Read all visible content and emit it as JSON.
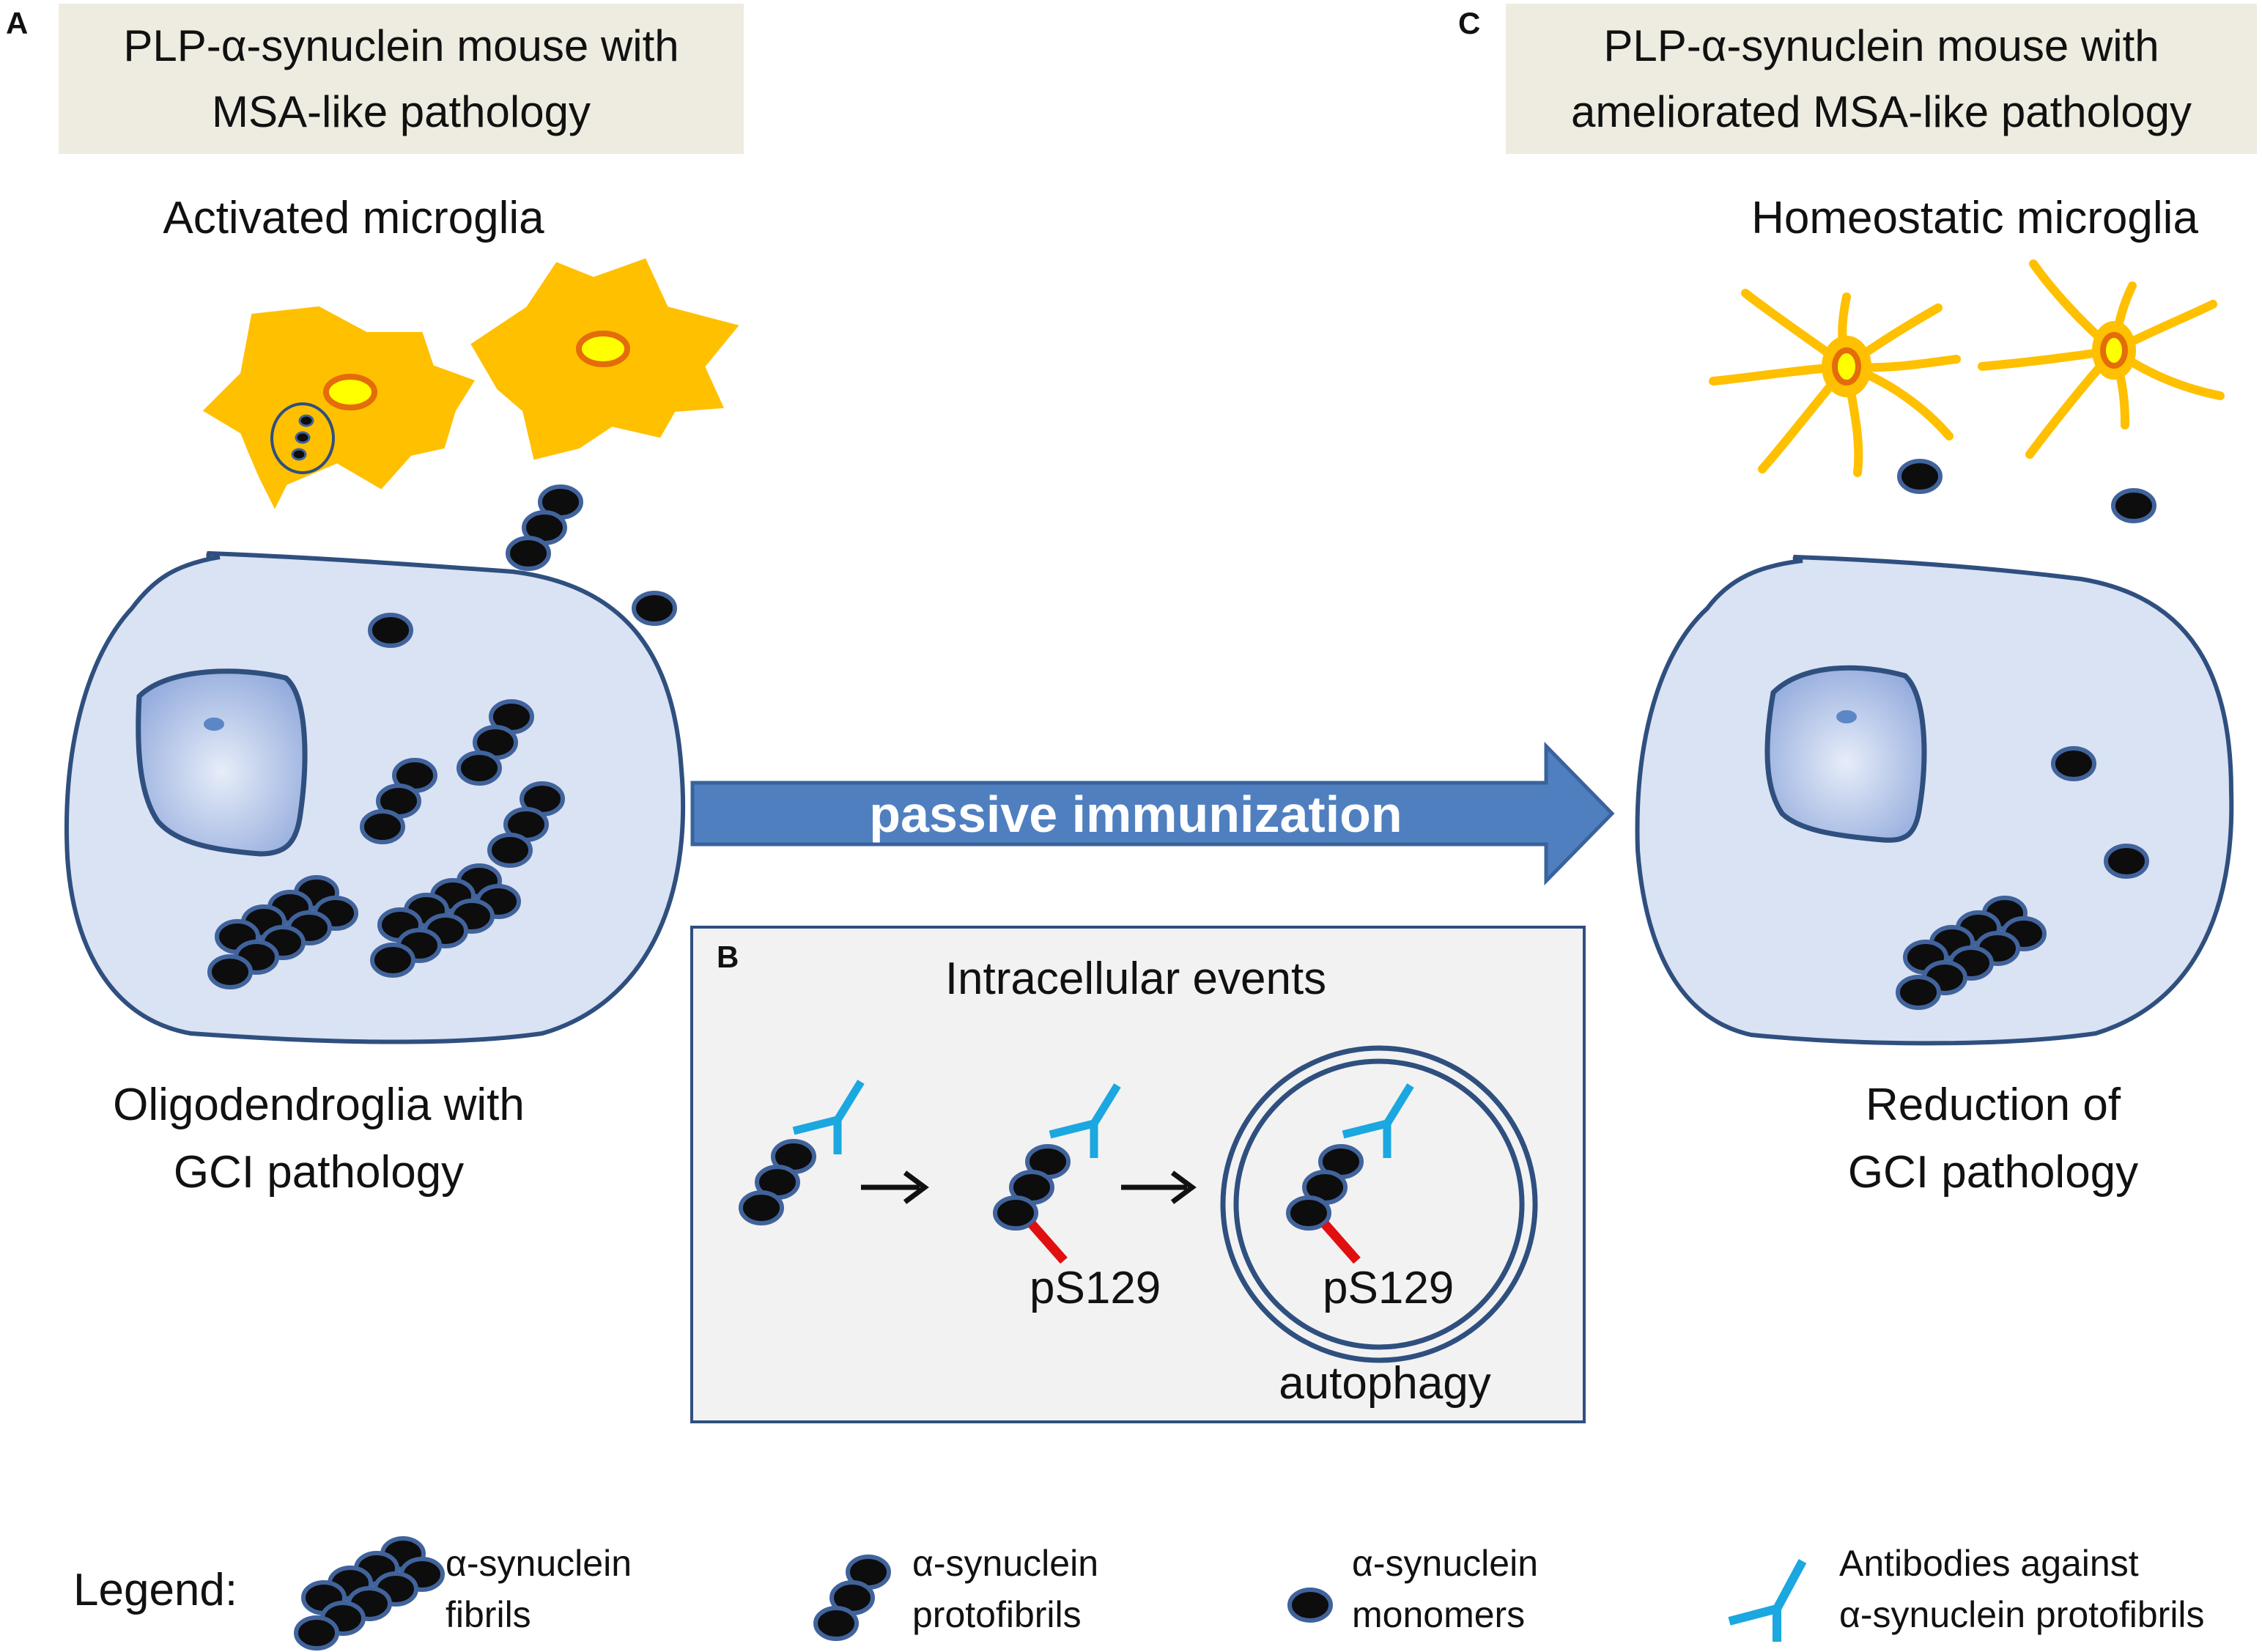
{
  "panels": {
    "a": {
      "letter": "A",
      "title": "PLP-α-synuclein mouse with\nMSA-like pathology",
      "microglia_label": "Activated microglia",
      "cell_label": "Oligodendroglia with\nGCI pathology"
    },
    "b": {
      "letter": "B",
      "title": "Intracellular events",
      "phospho_label_1": "pS129",
      "phospho_label_2": "pS129",
      "autophagy_label": "autophagy"
    },
    "c": {
      "letter": "C",
      "title": "PLP-α-synuclein mouse with\nameliorated MSA-like pathology",
      "microglia_label": "Homeostatic microglia",
      "cell_label": "Reduction of\nGCI pathology"
    }
  },
  "arrow": {
    "label": "passive immunization"
  },
  "legend": {
    "heading": "Legend:",
    "items": [
      {
        "icon": "fibrils-icon",
        "text": "α-synuclein\nfibrils"
      },
      {
        "icon": "protofibrils-icon",
        "text": "α-synuclein\nprotofibrils"
      },
      {
        "icon": "monomer-icon",
        "text": "α-synuclein\nmonomers"
      },
      {
        "icon": "antibody-icon",
        "text": "Antibodies against\nα-synuclein protofibrils"
      }
    ]
  },
  "colors": {
    "microglia": "#ffc000",
    "microglia_nucleus_fill": "#ffff00",
    "microglia_nucleus_ring": "#e46c0a",
    "cell_fill": "#dae3f3",
    "cell_stroke": "#2f4f7f",
    "monomer_fill": "#0d0d0d",
    "monomer_stroke": "#41639c",
    "antibody": "#1ba7e0",
    "phospho": "#e01010",
    "arrow": "#4f7fbf",
    "title_box": "#eeece0",
    "panel_b_bg": "#f2f2f2"
  }
}
